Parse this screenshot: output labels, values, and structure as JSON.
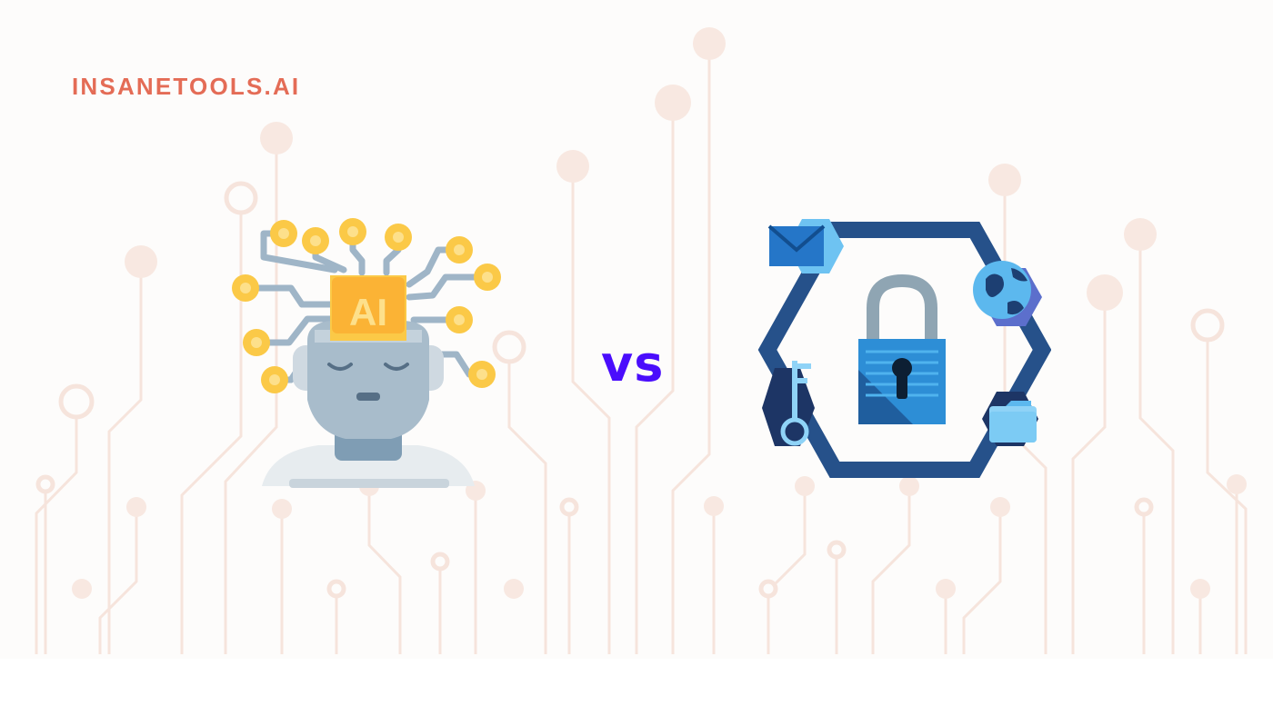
{
  "brand": {
    "name": "INSANETOOLS.AI",
    "color": "#e46c56"
  },
  "comparison": {
    "separator": "vs",
    "separator_color": "#4a0dfc",
    "left_illustration": "ai-robot-head-icon",
    "right_illustration": "cyber-security-lock-icon",
    "ai_chip_text": "AI"
  },
  "palette": {
    "background": "#fdfcfb",
    "circuit": "#f6e4dc",
    "ai_bulb": "#fbc947",
    "robot_face": "#a8bccb",
    "hexagon": "#26518a",
    "lock_body": "#2d8ed6"
  }
}
